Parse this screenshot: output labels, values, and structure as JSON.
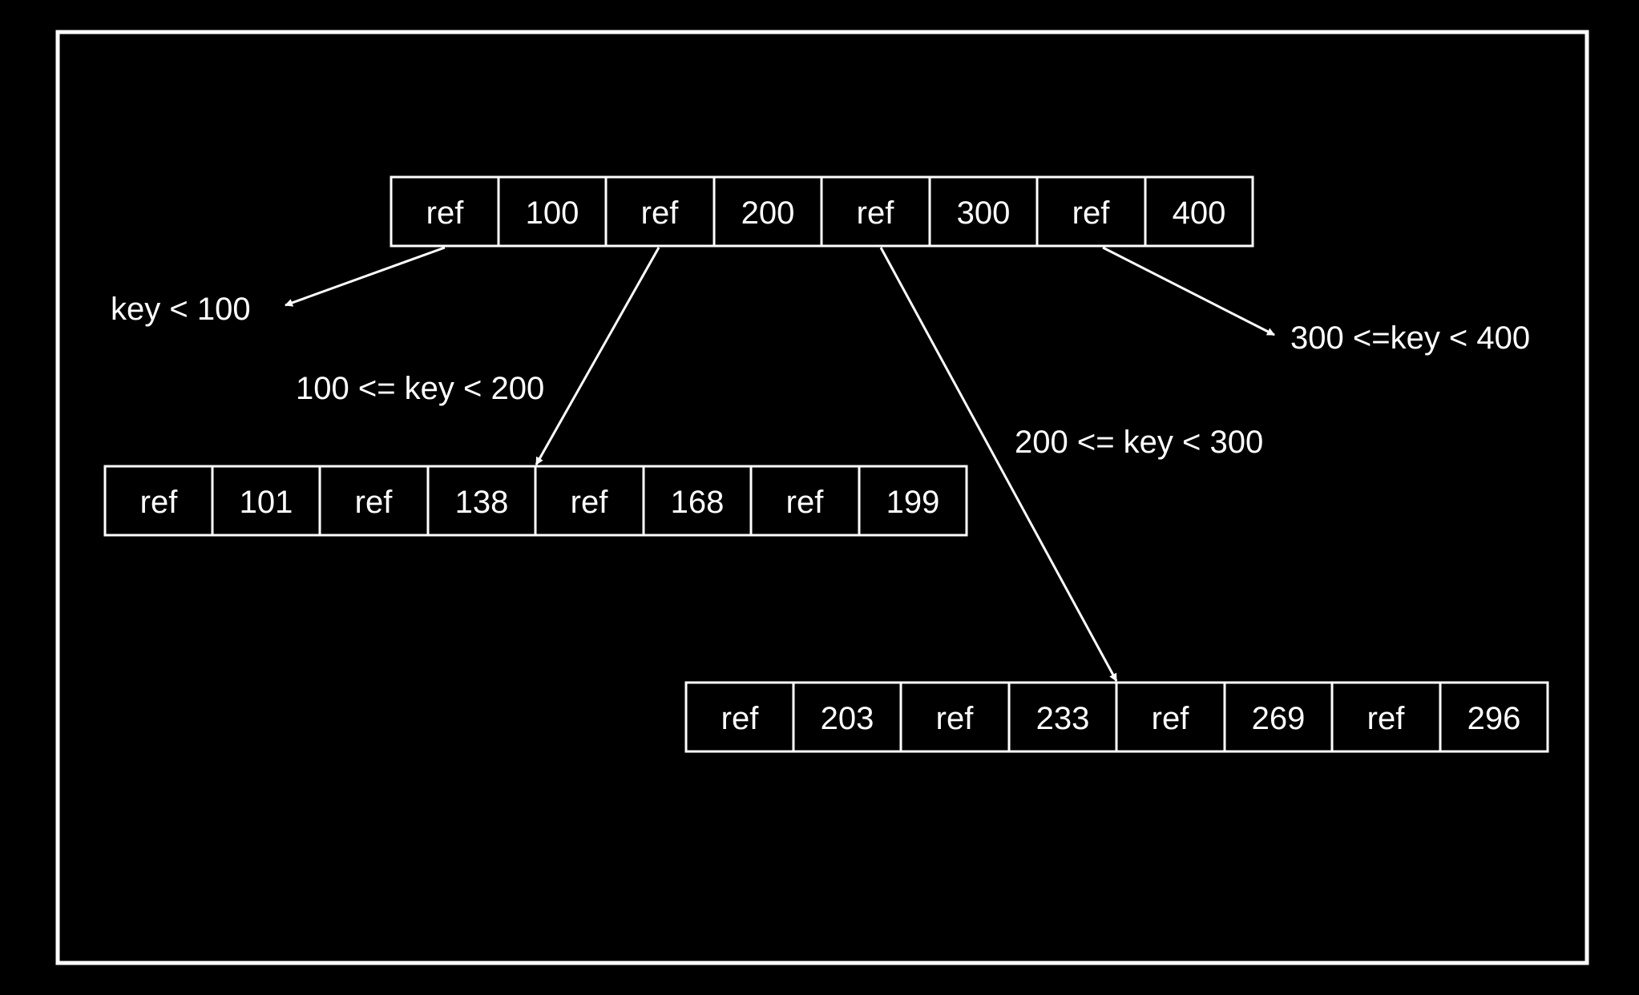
{
  "colors": {
    "background": "#000000",
    "foreground": "#ffffff"
  },
  "nodes": {
    "root": {
      "cells": [
        "ref",
        "100",
        "ref",
        "200",
        "ref",
        "300",
        "ref",
        "400"
      ]
    },
    "left_child": {
      "cells": [
        "ref",
        "101",
        "ref",
        "138",
        "ref",
        "168",
        "ref",
        "199"
      ]
    },
    "right_child": {
      "cells": [
        "ref",
        "203",
        "ref",
        "233",
        "ref",
        "269",
        "ref",
        "296"
      ]
    }
  },
  "edges": [
    {
      "label": "key < 100"
    },
    {
      "label": "100 <= key < 200"
    },
    {
      "label": "200 <= key < 300"
    },
    {
      "label": "300 <=key < 400"
    }
  ]
}
